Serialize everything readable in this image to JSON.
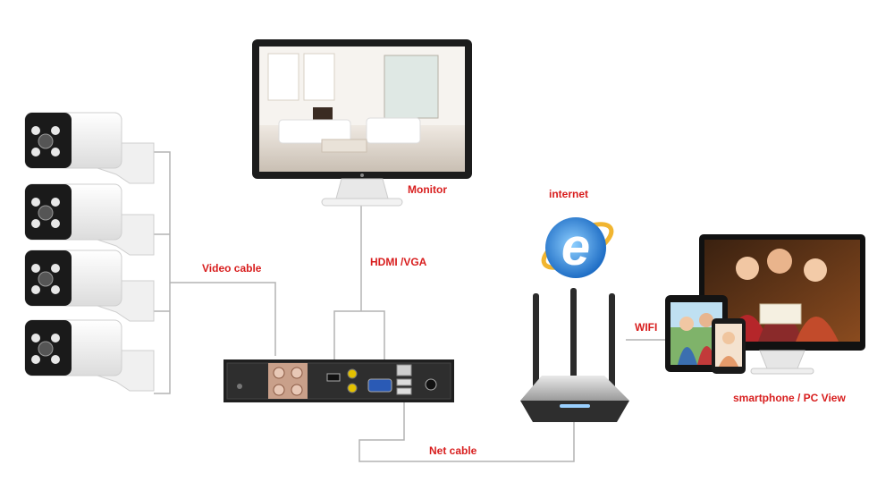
{
  "labels": {
    "monitor": "Monitor",
    "internet": "internet",
    "video_cable": "Video cable",
    "hdmi_vga": "HDMI /VGA",
    "wifi": "WIFI",
    "smartphone_pc": "smartphone / PC View",
    "net_cable": "Net cable"
  },
  "colors": {
    "label_red": "#d81e1e",
    "wire": "#b4b4b4",
    "dvr_body": "#2b2b2b",
    "router_body": "#3a3a3a",
    "ie_blue": "#1e7fd6"
  }
}
